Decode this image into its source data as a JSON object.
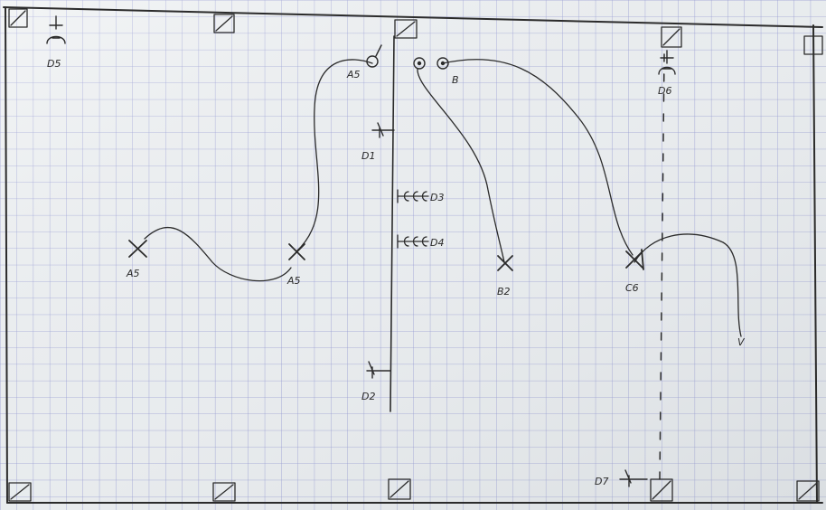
{
  "labels": {
    "d5": "D5",
    "d6": "D6",
    "d1": "D1",
    "d2": "D2",
    "d3": "D3",
    "d4": "D4",
    "d7": "D7",
    "a5_top": "A5",
    "a5_left": "A5",
    "a5_mid": "A5",
    "b2": "B2",
    "c6": "C6",
    "b_top": "B",
    "v_end": "V"
  },
  "colors": {
    "paper": "#eceff1",
    "grid": "#8a8fd0",
    "ink": "#2b2b2b"
  }
}
